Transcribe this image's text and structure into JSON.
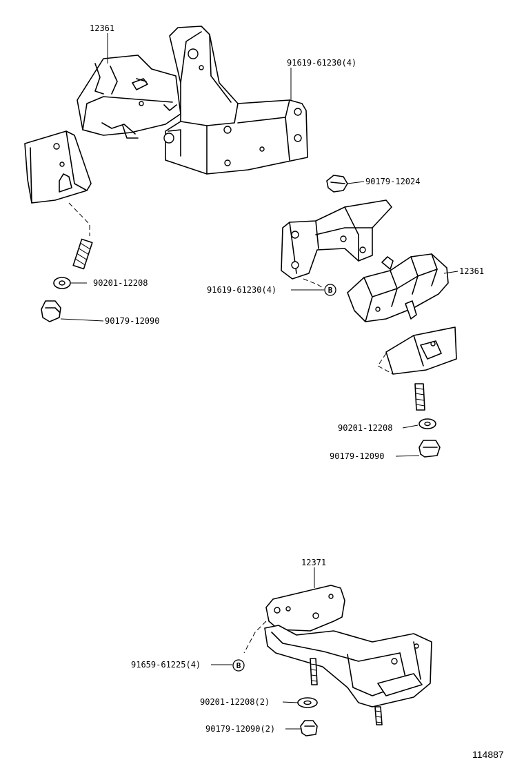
{
  "diagram": {
    "figure_number": "114887",
    "labels": {
      "top_mount_left": "12361",
      "top_bracket_bolt": "91619-61230(4)",
      "left_washer": "90201-12208",
      "left_nut": "90179-12090",
      "right_top_nut": "90179-12024",
      "right_bracket_bolt": "91619-61230(4)",
      "right_mount": "12361",
      "right_washer": "90201-12208",
      "right_nut": "90179-12090",
      "rear_mount": "12371",
      "rear_bolt": "91659-61225(4)",
      "rear_washer": "90201-12208(2)",
      "rear_nut": "90179-12090(2)"
    },
    "callout_marker": "B"
  }
}
